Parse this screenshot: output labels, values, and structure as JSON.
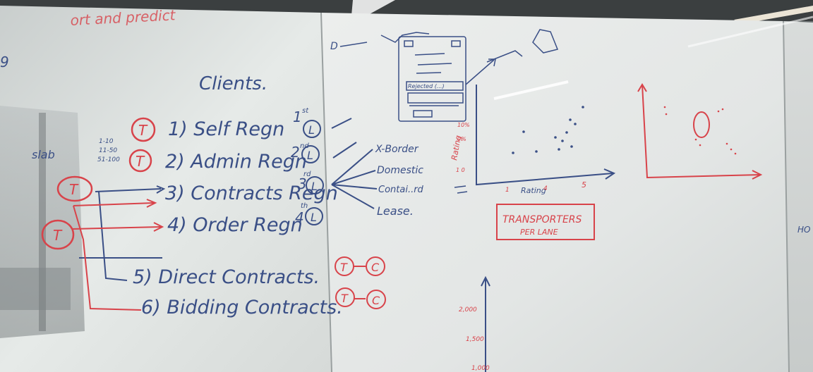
{
  "colors": {
    "blue_marker": "#3a4f86",
    "red_marker": "#d8434a",
    "board": "#e7ebe9"
  },
  "left_edge": {
    "top_scribble": "ort and predict",
    "slab_label": "slab",
    "slab_ranges": [
      "1-10",
      "11-50",
      "51-100"
    ]
  },
  "clients": {
    "title": "Clients.",
    "items": [
      {
        "text": "1) Self Regn",
        "order": "1",
        "suffix": "st"
      },
      {
        "text": "2) Admin Regn",
        "order": "2",
        "suffix": "nd"
      },
      {
        "text": "3) Contracts Regn",
        "order": "3",
        "suffix": "rd"
      },
      {
        "text": "4) Order Regn",
        "order": "4",
        "suffix": "th"
      },
      {
        "text": "5) Direct Contracts."
      },
      {
        "text": "6) Bidding Contracts."
      }
    ],
    "marks": {
      "T": "T",
      "L": "L",
      "C": "C"
    }
  },
  "branches": [
    "X-Border",
    "Domestic",
    "Contai..rd",
    "Lease."
  ],
  "top_sketch": {
    "label": "D",
    "form_label": "Rejected (...)"
  },
  "scatter": {
    "ylabel": "Rating",
    "xlabel": "Rating",
    "yticks": [
      "10%",
      "0%",
      "1 0"
    ],
    "xticks": [
      "1",
      "4",
      "5"
    ]
  },
  "transporters_box": {
    "line1": "TRANSPORTERS",
    "line2": "PER LANE"
  },
  "lower_axis": {
    "ticks": [
      "2,000",
      "1,500",
      "1,000"
    ]
  },
  "right_edge": {
    "text": "HO"
  }
}
